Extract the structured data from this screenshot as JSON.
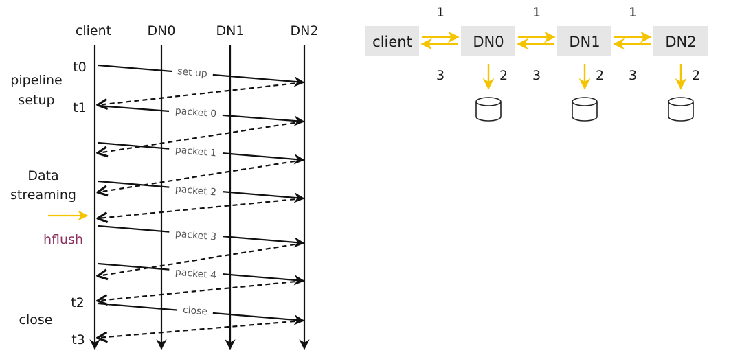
{
  "colors": {
    "accent": "#F5C400",
    "hflush": "#8B2D5E",
    "line": "#111111",
    "box": "#E6E6E6"
  },
  "sequence": {
    "actors": [
      "client",
      "DN0",
      "DN1",
      "DN2"
    ],
    "times": {
      "t0": "t0",
      "t1": "t1",
      "t2": "t2",
      "t3": "t3"
    },
    "phases": {
      "setup_line1": "pipeline",
      "setup_line2": "setup",
      "data_line1": "Data",
      "data_line2": "streaming",
      "hflush": "hflush",
      "close": "close"
    },
    "messages": [
      "set up",
      "packet 0",
      "packet 1",
      "packet 2",
      "packet 3",
      "packet 4",
      "close"
    ]
  },
  "pipeline": {
    "nodes": [
      "client",
      "DN0",
      "DN1",
      "DN2"
    ],
    "step_forward": "1",
    "step_disk": "2",
    "step_ack": "3",
    "disk_icon": "cylinder-disk-icon"
  }
}
